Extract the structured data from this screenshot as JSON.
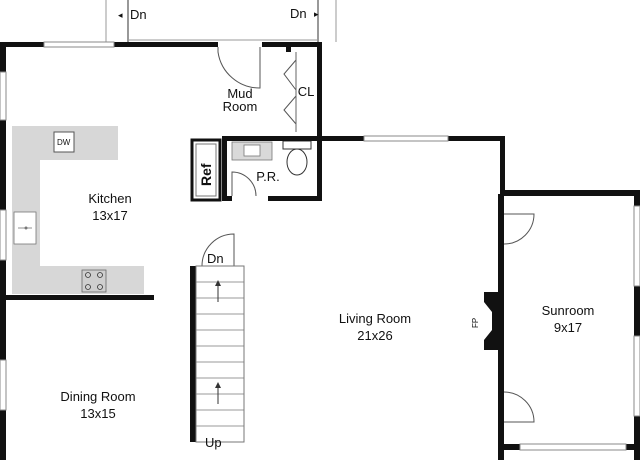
{
  "rooms": {
    "mud_room": {
      "line1": "Mud",
      "line2": "Room"
    },
    "closet": {
      "label": "CL"
    },
    "kitchen": {
      "line1": "Kitchen",
      "line2": "13x17"
    },
    "dishwasher": {
      "label": "DW"
    },
    "refrigerator": {
      "label": "Ref"
    },
    "powder_room": {
      "label": "P.R."
    },
    "living_room": {
      "line1": "Living Room",
      "line2": "21x26"
    },
    "fireplace": {
      "label": "FP"
    },
    "sunroom": {
      "line1": "Sunroom",
      "line2": "9x17"
    },
    "dining_room": {
      "line1": "Dining Room",
      "line2": "13x15"
    }
  },
  "stairs": {
    "down_label": "Dn",
    "up_label": "Up"
  },
  "top_stairs": {
    "left_label": "Dn",
    "right_label": "Dn"
  }
}
